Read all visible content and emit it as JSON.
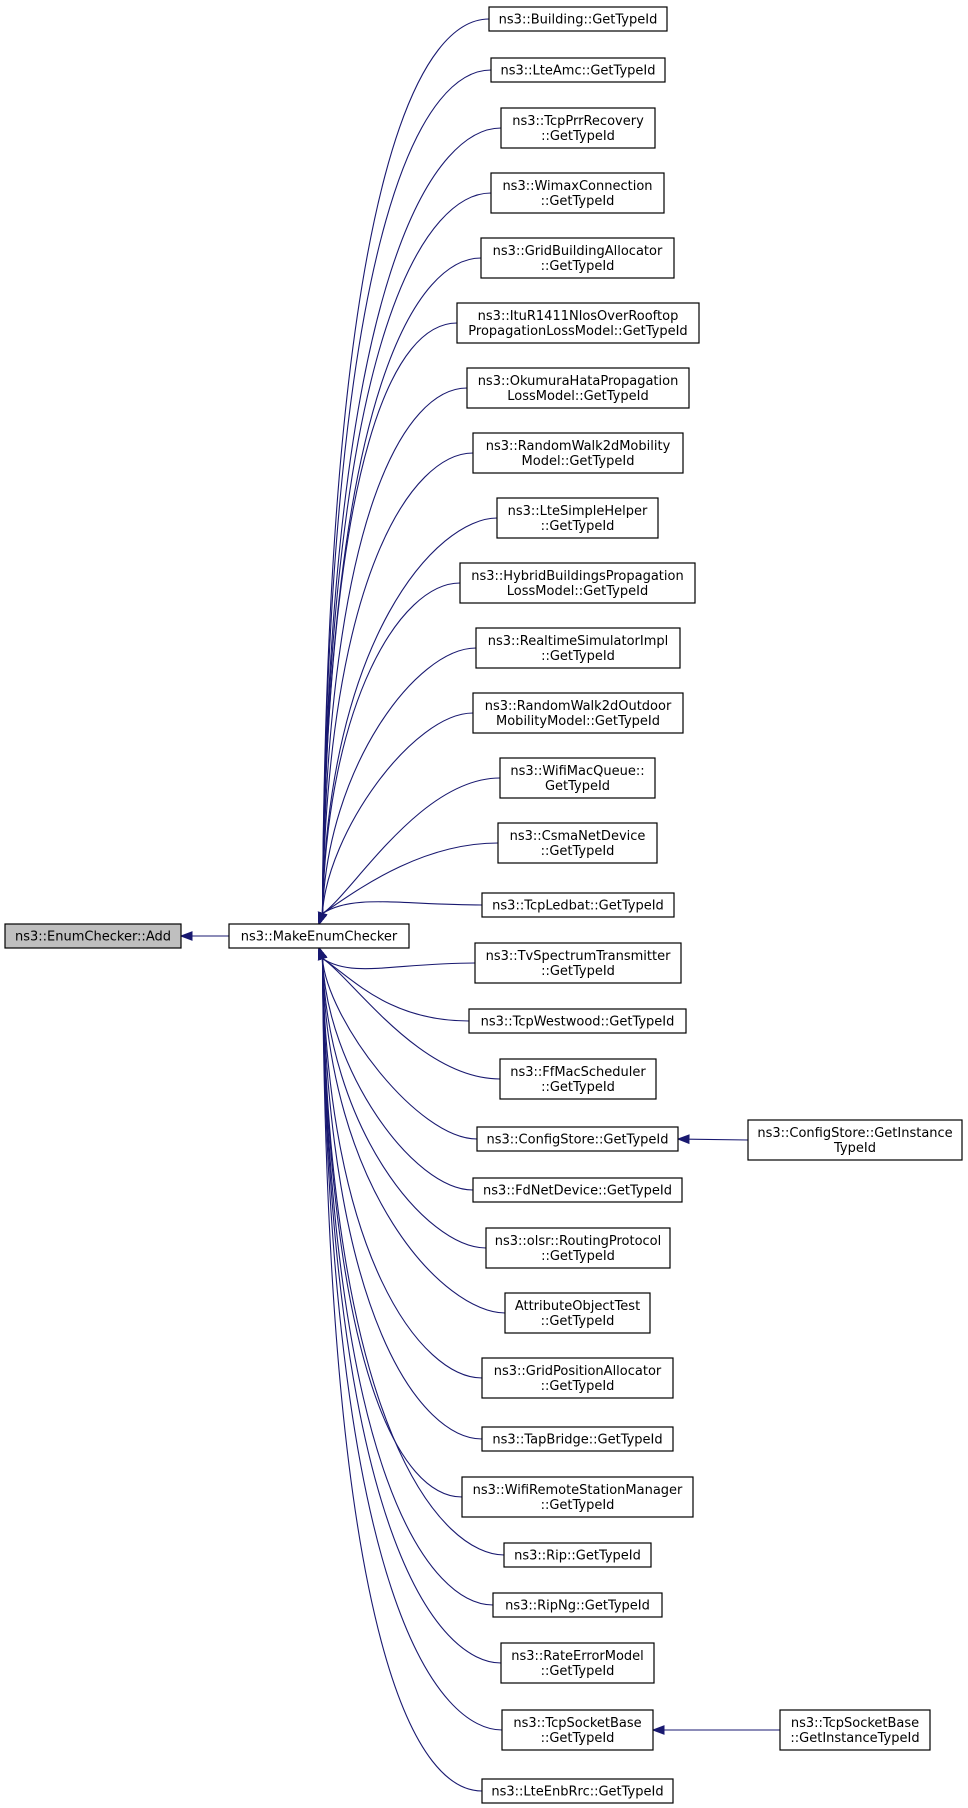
{
  "graph": {
    "root": {
      "id": "enumchecker_add",
      "lines": [
        "ns3::EnumChecker::Add"
      ]
    },
    "hub": {
      "id": "make_enum_checker",
      "lines": [
        "ns3::MakeEnumChecker"
      ]
    },
    "callers": [
      {
        "id": "building",
        "lines": [
          "ns3::Building::GetTypeId"
        ]
      },
      {
        "id": "lteamc",
        "lines": [
          "ns3::LteAmc::GetTypeId"
        ]
      },
      {
        "id": "tcpprr",
        "lines": [
          "ns3::TcpPrrRecovery",
          "::GetTypeId"
        ]
      },
      {
        "id": "wimaxconn",
        "lines": [
          "ns3::WimaxConnection",
          "::GetTypeId"
        ]
      },
      {
        "id": "gridbuilding",
        "lines": [
          "ns3::GridBuildingAllocator",
          "::GetTypeId"
        ]
      },
      {
        "id": "itur1411",
        "lines": [
          "ns3::ItuR1411NlosOverRooftop",
          "PropagationLossModel::GetTypeId"
        ]
      },
      {
        "id": "okumura",
        "lines": [
          "ns3::OkumuraHataPropagation",
          "LossModel::GetTypeId"
        ]
      },
      {
        "id": "randomwalk2d",
        "lines": [
          "ns3::RandomWalk2dMobility",
          "Model::GetTypeId"
        ]
      },
      {
        "id": "ltesimple",
        "lines": [
          "ns3::LteSimpleHelper",
          "::GetTypeId"
        ]
      },
      {
        "id": "hybridbuildings",
        "lines": [
          "ns3::HybridBuildingsPropagation",
          "LossModel::GetTypeId"
        ]
      },
      {
        "id": "realtimesim",
        "lines": [
          "ns3::RealtimeSimulatorImpl",
          "::GetTypeId"
        ]
      },
      {
        "id": "randomwalkoutdoor",
        "lines": [
          "ns3::RandomWalk2dOutdoor",
          "MobilityModel::GetTypeId"
        ]
      },
      {
        "id": "wifimacqueue",
        "lines": [
          "ns3::WifiMacQueue::",
          "GetTypeId"
        ]
      },
      {
        "id": "csmanetdevice",
        "lines": [
          "ns3::CsmaNetDevice",
          "::GetTypeId"
        ]
      },
      {
        "id": "tcpledbat",
        "lines": [
          "ns3::TcpLedbat::GetTypeId"
        ]
      },
      {
        "id": "tvspectrum",
        "lines": [
          "ns3::TvSpectrumTransmitter",
          "::GetTypeId"
        ]
      },
      {
        "id": "tcpwestwood",
        "lines": [
          "ns3::TcpWestwood::GetTypeId"
        ]
      },
      {
        "id": "ffmacscheduler",
        "lines": [
          "ns3::FfMacScheduler",
          "::GetTypeId"
        ]
      },
      {
        "id": "configstore",
        "lines": [
          "ns3::ConfigStore::GetTypeId"
        ]
      },
      {
        "id": "fdnetdevice",
        "lines": [
          "ns3::FdNetDevice::GetTypeId"
        ]
      },
      {
        "id": "olsr",
        "lines": [
          "ns3::olsr::RoutingProtocol",
          "::GetTypeId"
        ]
      },
      {
        "id": "attrobjtest",
        "lines": [
          "AttributeObjectTest",
          "::GetTypeId"
        ]
      },
      {
        "id": "gridposition",
        "lines": [
          "ns3::GridPositionAllocator",
          "::GetTypeId"
        ]
      },
      {
        "id": "tapbridge",
        "lines": [
          "ns3::TapBridge::GetTypeId"
        ]
      },
      {
        "id": "wifiremote",
        "lines": [
          "ns3::WifiRemoteStationManager",
          "::GetTypeId"
        ]
      },
      {
        "id": "rip",
        "lines": [
          "ns3::Rip::GetTypeId"
        ]
      },
      {
        "id": "ripng",
        "lines": [
          "ns3::RipNg::GetTypeId"
        ]
      },
      {
        "id": "rateerror",
        "lines": [
          "ns3::RateErrorModel",
          "::GetTypeId"
        ]
      },
      {
        "id": "tcpsocketbase",
        "lines": [
          "ns3::TcpSocketBase",
          "::GetTypeId"
        ]
      },
      {
        "id": "lteenbrrc",
        "lines": [
          "ns3::LteEnbRrc::GetTypeId"
        ]
      }
    ],
    "second_level": [
      {
        "id": "configstore_instance",
        "parent": "configstore",
        "lines": [
          "ns3::ConfigStore::GetInstance",
          "TypeId"
        ]
      },
      {
        "id": "tcpsocketbase_instance",
        "parent": "tcpsocketbase",
        "lines": [
          "ns3::TcpSocketBase",
          "::GetInstanceTypeId"
        ]
      }
    ],
    "colors": {
      "edge": "#191970",
      "root_fill": "#bfbfbf",
      "node_fill": "#ffffff",
      "node_stroke": "#000000"
    }
  }
}
